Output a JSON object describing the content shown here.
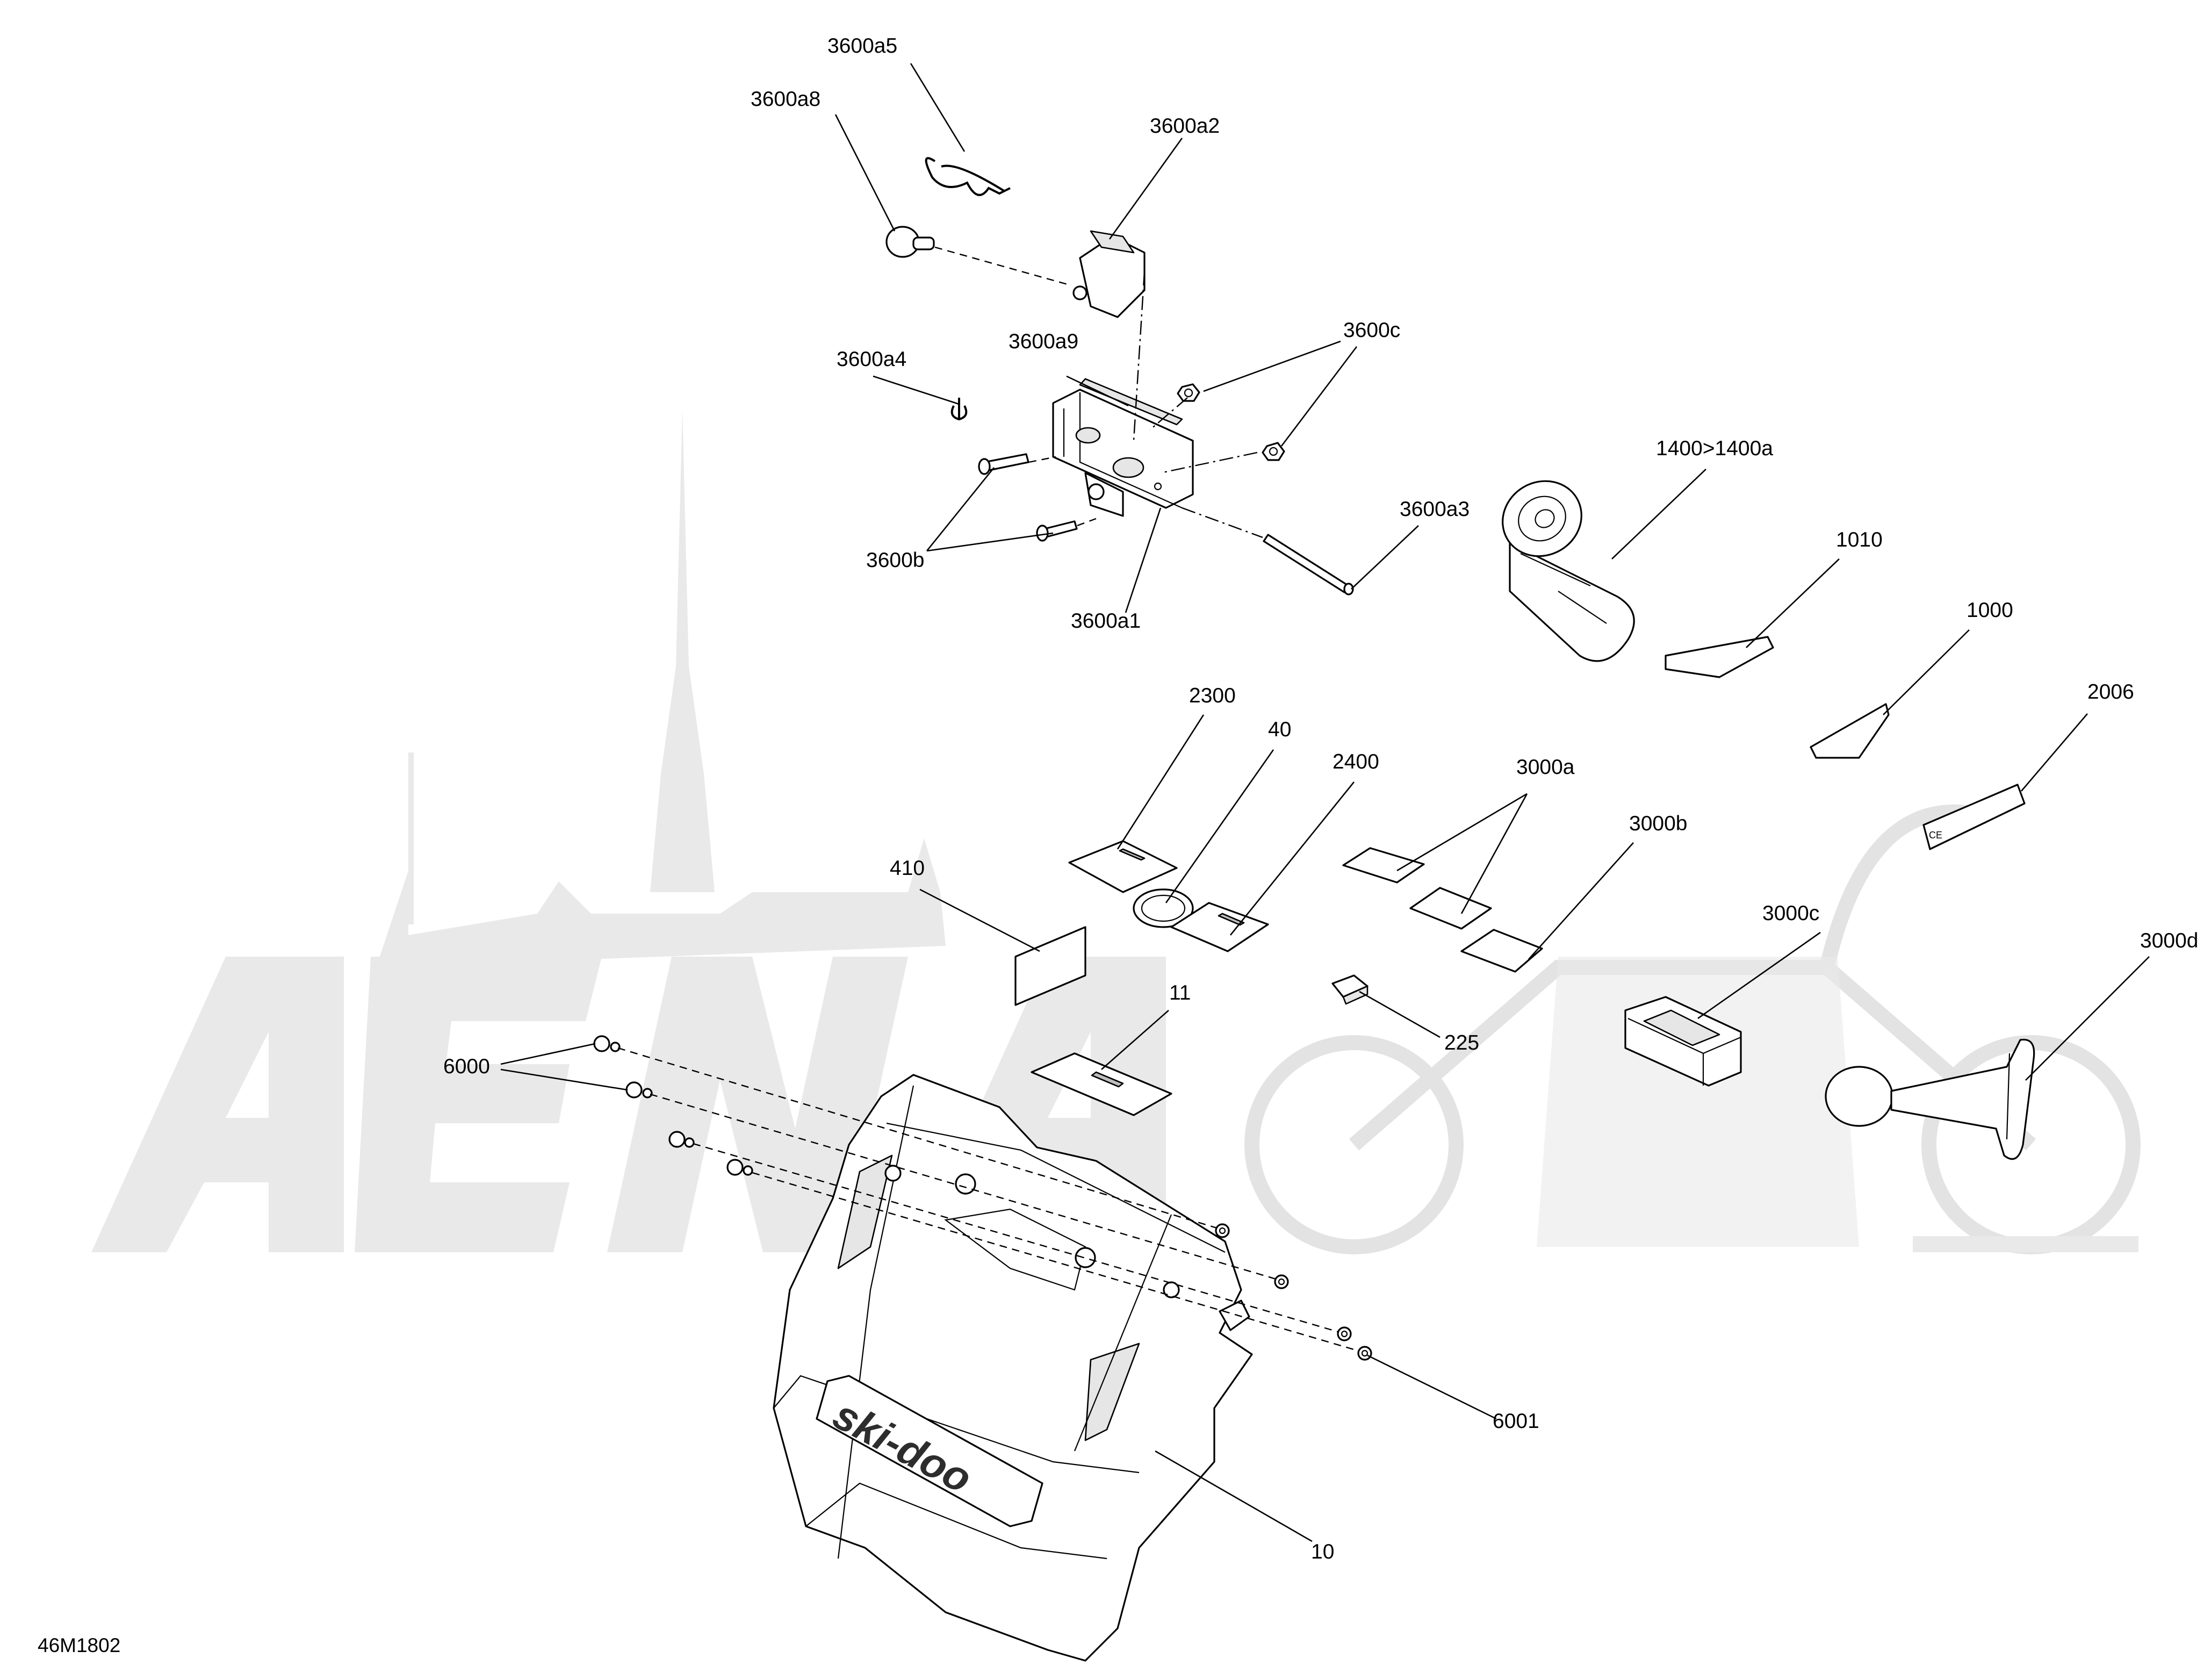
{
  "diagram": {
    "reference_code": "46M1802",
    "watermark_text": "AeNAoMo",
    "callouts": [
      {
        "id": "3600a5",
        "text": "3600a5"
      },
      {
        "id": "3600a8",
        "text": "3600a8"
      },
      {
        "id": "3600a2",
        "text": "3600a2"
      },
      {
        "id": "3600a4",
        "text": "3600a4"
      },
      {
        "id": "3600a9",
        "text": "3600a9"
      },
      {
        "id": "3600c",
        "text": "3600c"
      },
      {
        "id": "1400",
        "text": "1400>1400a"
      },
      {
        "id": "3600a3",
        "text": "3600a3"
      },
      {
        "id": "3600b",
        "text": "3600b"
      },
      {
        "id": "3600a1",
        "text": "3600a1"
      },
      {
        "id": "1010",
        "text": "1010"
      },
      {
        "id": "1000",
        "text": "1000"
      },
      {
        "id": "2006",
        "text": "2006"
      },
      {
        "id": "2300",
        "text": "2300"
      },
      {
        "id": "40",
        "text": "40"
      },
      {
        "id": "2400",
        "text": "2400"
      },
      {
        "id": "3000a",
        "text": "3000a"
      },
      {
        "id": "3000b",
        "text": "3000b"
      },
      {
        "id": "410",
        "text": "410"
      },
      {
        "id": "3000c",
        "text": "3000c"
      },
      {
        "id": "225",
        "text": "225"
      },
      {
        "id": "3000d",
        "text": "3000d"
      },
      {
        "id": "11",
        "text": "11"
      },
      {
        "id": "6000",
        "text": "6000"
      },
      {
        "id": "6001",
        "text": "6001"
      },
      {
        "id": "10",
        "text": "10"
      }
    ],
    "brand_logo_text": "ski-doo"
  }
}
